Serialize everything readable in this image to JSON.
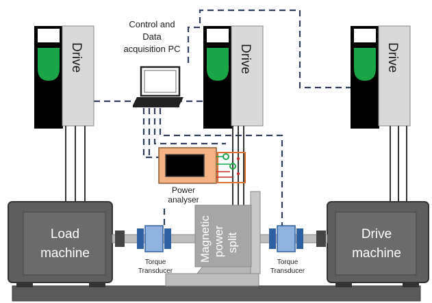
{
  "drives": {
    "left_label": "Drive",
    "center_label": "Drive",
    "right_label": "Drive"
  },
  "pc": {
    "line1": "Control and",
    "line2": "Data",
    "line3": "acquisition PC"
  },
  "power_analyser": {
    "line1": "Power",
    "line2": "analyser"
  },
  "load_machine": {
    "line1": "Load",
    "line2": "machine"
  },
  "drive_machine": {
    "line1": "Drive",
    "line2": "machine"
  },
  "magnetic_split": {
    "line1": "Magnetic",
    "line2": "power",
    "line3": "split"
  },
  "torque_left": {
    "line1": "Torque",
    "line2": "Transducer"
  },
  "torque_right": {
    "line1": "Torque",
    "line2": "Transducer"
  },
  "colors": {
    "drive_black": "#000000",
    "drive_green": "#1aa548",
    "drive_gray": "#d9d9d9",
    "machine_gray": "#5f5f5f",
    "transducer_blue": "#8fb3de",
    "dash_navy": "#2e3e5a",
    "analyser_orange": "#f4b183"
  }
}
